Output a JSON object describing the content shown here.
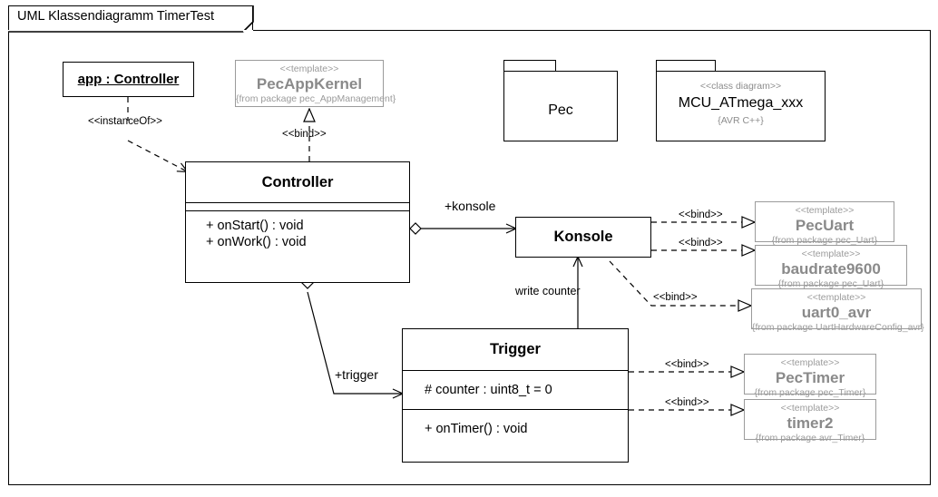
{
  "frame": {
    "title": "UML Klassendiagramm TimerTest"
  },
  "objects": [
    {
      "id": "app",
      "name": "app : Controller"
    }
  ],
  "classes": [
    {
      "id": "controller",
      "name": "Controller",
      "attributes": [],
      "operations": [
        "+ onStart() : void",
        "+ onWork() : void"
      ]
    },
    {
      "id": "konsole",
      "name": "Konsole",
      "attributes": [],
      "operations": []
    },
    {
      "id": "trigger",
      "name": "Trigger",
      "attributes": [
        "# counter : uint8_t = 0"
      ],
      "operations": [
        "+ onTimer() : void"
      ]
    }
  ],
  "templates": [
    {
      "id": "pecappkernel",
      "stereotype": "<<template>>",
      "name": "PecAppKernel",
      "package": "{from package pec_AppManagement}"
    },
    {
      "id": "pecuart",
      "stereotype": "<<template>>",
      "name": "PecUart",
      "package": "{from package pec_Uart}"
    },
    {
      "id": "baudrate9600",
      "stereotype": "<<template>>",
      "name": "baudrate9600",
      "package": "{from package pec_Uart}"
    },
    {
      "id": "uart0_avr",
      "stereotype": "<<template>>",
      "name": "uart0_avr",
      "package": "{from package UartHardwareConfig_avr}"
    },
    {
      "id": "pectimer",
      "stereotype": "<<template>>",
      "name": "PecTimer",
      "package": "{from package pec_Timer}"
    },
    {
      "id": "timer2",
      "stereotype": "<<template>>",
      "name": "timer2",
      "package": "{from package avr_Timer}"
    }
  ],
  "packages": [
    {
      "id": "pec",
      "stereotype": "",
      "name": "Pec",
      "tag": ""
    },
    {
      "id": "mcu",
      "stereotype": "<<class diagram>>",
      "name": "MCU_ATmega_xxx",
      "tag": "{AVR C++}"
    }
  ],
  "edge_labels": {
    "instance_of": "<<instanceOf>>",
    "bind_kernel": "<<bind>>",
    "bind_pecuart": "<<bind>>",
    "bind_baudrate": "<<bind>>",
    "bind_uart0": "<<bind>>",
    "bind_pectimer": "<<bind>>",
    "bind_timer2": "<<bind>>",
    "role_konsole": "+konsole",
    "role_trigger": "+trigger",
    "assoc_write_counter": "write counter"
  },
  "colors": {
    "line": "#000000",
    "template_border": "#9b9b9b",
    "template_text": "#8a8a8a",
    "background": "#ffffff"
  }
}
